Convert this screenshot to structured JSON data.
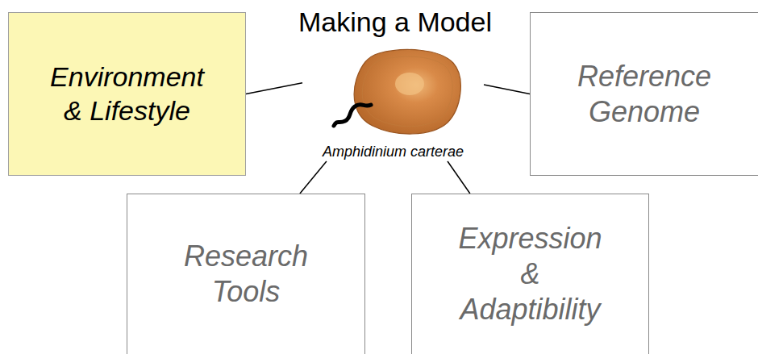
{
  "diagram": {
    "title": "Making a Model",
    "nodes": [
      {
        "text": [
          "Environment & Lifestyle"
        ]
      },
      {
        "text": [
          "Amphidinium carterae"
        ]
      },
      {
        "text": [
          "Reference Genome"
        ]
      },
      {
        "text": [
          "Research Tools"
        ]
      },
      {
        "text": [
          "Expression & Adaptibility"
        ]
      }
    ],
    "edges": [
      {
        "from": 1,
        "to": 0,
        "arrow": "none"
      },
      {
        "from": 1,
        "to": 2,
        "arrow": "none"
      },
      {
        "from": 1,
        "to": 3,
        "arrow": "none"
      },
      {
        "from": 1,
        "to": 4,
        "arrow": "none"
      }
    ]
  }
}
